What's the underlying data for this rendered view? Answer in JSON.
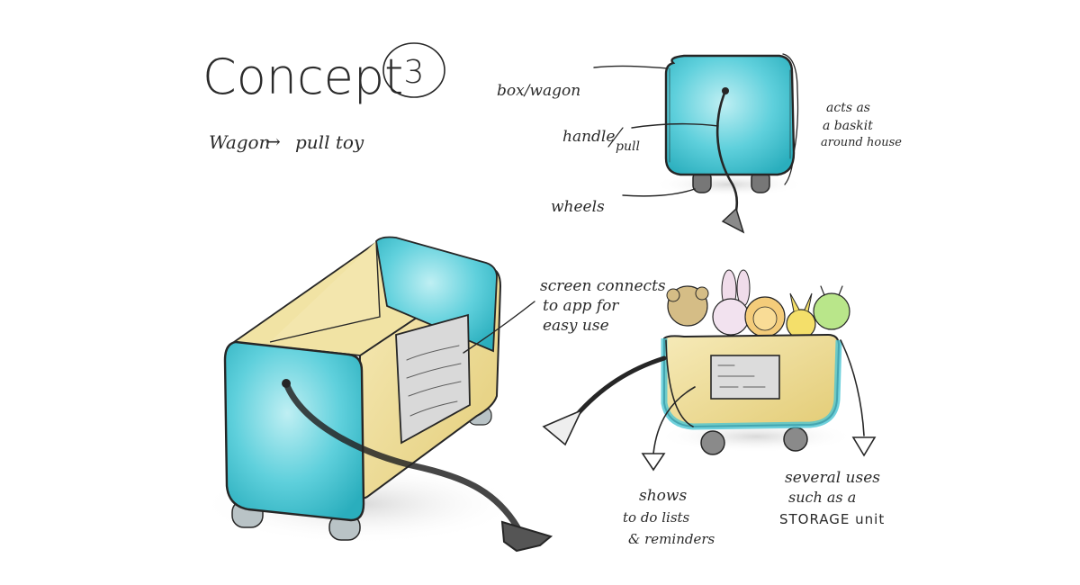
{
  "title": {
    "text": "Concept",
    "number": "3"
  },
  "subtitle": {
    "left": "Wagon",
    "arrow": "→",
    "right": "pull toy"
  },
  "top_labels": {
    "box_wagon": "box/wagon",
    "handle": "handle",
    "pull": "pull",
    "wheels": "wheels",
    "acts_as_line1": "acts as",
    "acts_as_line2": "a baskit",
    "acts_as_line3": "around house"
  },
  "screen_note": {
    "line1": "screen connects",
    "line2": "to app for",
    "line3": "easy use"
  },
  "shows_note": {
    "line1": "shows",
    "line2": "to do lists",
    "line3": "& reminders"
  },
  "uses_note": {
    "line1": "several uses",
    "line2": "such as a",
    "line3": "STORAGE unit"
  },
  "colors": {
    "teal": "#4cc6d3",
    "teal_dark": "#2aaebd",
    "yellow": "#efdc92",
    "yellow_dark": "#d9c26a",
    "ink": "#262626",
    "wheel": "#7b7b7b"
  }
}
